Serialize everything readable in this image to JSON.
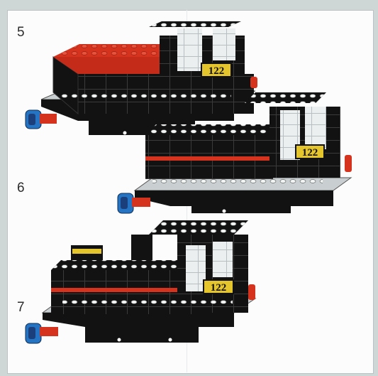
{
  "steps": [
    {
      "label": "5",
      "number_plate": "122"
    },
    {
      "label": "6",
      "number_plate": "122"
    },
    {
      "label": "7",
      "number_plate": "122"
    }
  ],
  "colors": {
    "page": "#fbfcfb",
    "brick_black": "#121212",
    "brick_white": "#ecefef",
    "brick_red": "#d6331f",
    "plate_yellow": "#e5c52d",
    "base_grey": "#c9cfd0",
    "buffer_blue": "#2573c3"
  }
}
